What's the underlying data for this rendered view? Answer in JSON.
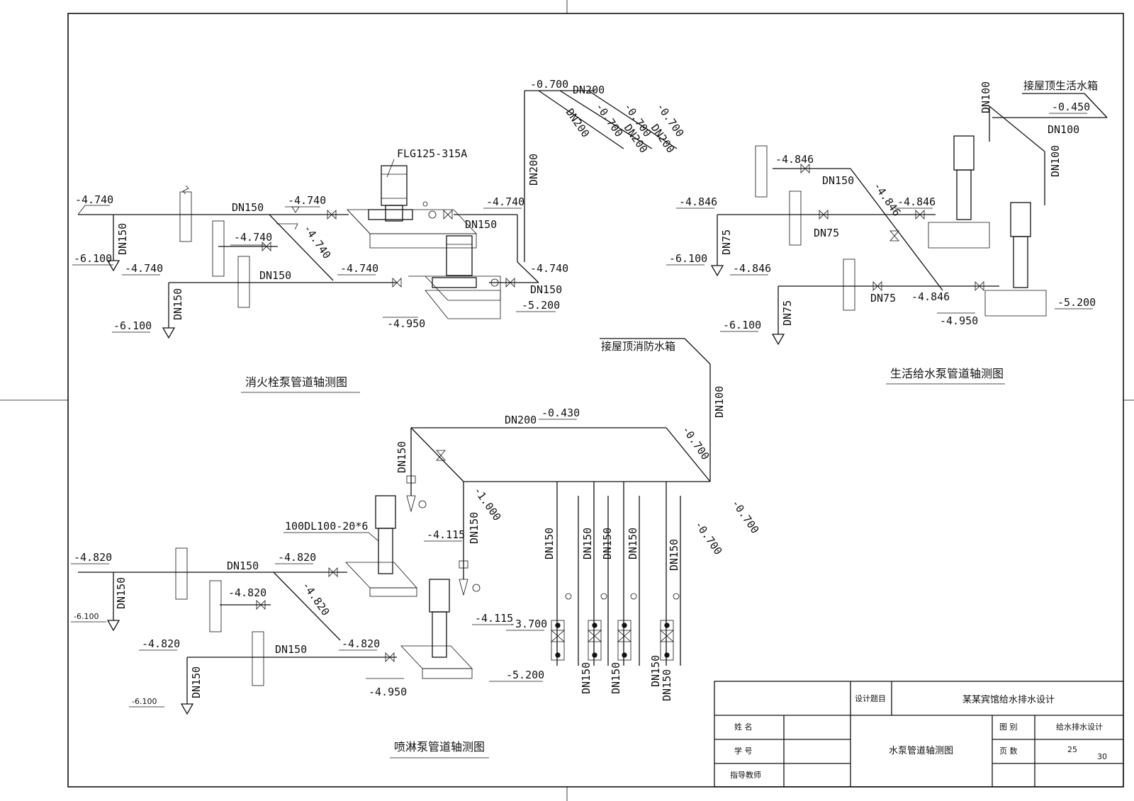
{
  "fire_pump": {
    "title": "消火栓泵管道轴测图",
    "pump_model": "FLG125-315A",
    "labels": {
      "el_in_1": "-4.740",
      "el_in_2": "-4.740",
      "el_suction": "-6.100",
      "el_suction_2": "-6.100",
      "dn_suction_1": "DN150",
      "dn_suction_2": "DN150",
      "dn_main_1": "DN150",
      "dn_main_2": "DN150",
      "el_pipe_1": "-4.740",
      "el_pipe_2": "-4.740",
      "el_pipe_3": "-4.740",
      "el_diag": "-4.740",
      "el_out_1": "-4.740",
      "el_out_2": "-4.740",
      "dn_out_1": "DN150",
      "dn_out_2": "DN150",
      "el_base": "-4.950",
      "el_floor": "-5.200",
      "el_top": "-0.700",
      "dn_riser": "DN200",
      "dn_top": "DN200",
      "dn_br_1": "DN200",
      "dn_br_2": "DN200",
      "dn_br_3": "DN200",
      "el_br_1": "-0.700",
      "el_br_2": "-0.700",
      "el_br_3": "-0.700"
    }
  },
  "domestic_pump": {
    "title": "生活给水泵管道轴测图",
    "tank_note": "接屋顶生活水箱",
    "labels": {
      "el_in_1": "-4.846",
      "el_in_2": "-4.846",
      "el_suction_1": "-6.100",
      "el_suction_2": "-6.100",
      "dn_s1": "DN75",
      "dn_s2": "DN75",
      "dn_h1": "DN75",
      "dn_h2": "DN75",
      "el_v": "-4.846",
      "dn_v": "DN150",
      "el_diag": "-4.846",
      "el_pipe": "-4.846",
      "el_pipe_2": "-4.846",
      "el_base": "-4.950",
      "el_floor": "-5.200",
      "dn_up": "DN100",
      "el_top": "-0.450",
      "dn_top": "DN100",
      "dn_up2": "DN100"
    }
  },
  "sprinkler_pump": {
    "title": "喷淋泵管道轴测图",
    "tank_note": "接屋顶消防水箱",
    "pump_model": "100DL100-20*6",
    "labels": {
      "el_in_1": "-4.820",
      "el_in_2": "-4.820",
      "el_suction_1": "-6.100",
      "el_suction_2": "-6.100",
      "dn_suction_1": "DN150",
      "dn_suction_2": "DN150",
      "dn_main_1": "DN150",
      "dn_main_2": "DN150",
      "el_v": "-4.820",
      "el_diag": "-4.820",
      "el_pipe_1": "-4.820",
      "el_pipe_2": "-4.820",
      "el_base": "-4.950",
      "el_floor": "-5.200",
      "el_riser_1": "-4.115",
      "el_riser_2": "-4.115",
      "el_valves": "-3.700",
      "dn_riser_1": "DN150",
      "dn_riser_2": "DN150",
      "el_diag_top": "-1.000",
      "dn_top": "DN200",
      "el_top": "-0.430",
      "dn_tank": "DN100",
      "el_tank_1": "-0.700",
      "el_tank_2": "-0.700",
      "el_tank_3": "-0.700",
      "dn_branches": [
        "DN150",
        "DN150",
        "DN150",
        "DN150",
        "DN150"
      ],
      "dn_branches_low": [
        "DN150",
        "DN150",
        "DN150",
        "DN150"
      ]
    }
  },
  "title_block": {
    "design_topic_label": "设计题目",
    "design_topic": "某某宾馆给水排水设计",
    "name_label": "姓  名",
    "student_id_label": "学  号",
    "advisor_label": "指导教师",
    "drawing_name": "水泵管道轴测图",
    "category_label": "图  别",
    "category": "给水排水设计",
    "page_count_label": "页  数",
    "page_count": "25",
    "sheet": "30"
  }
}
